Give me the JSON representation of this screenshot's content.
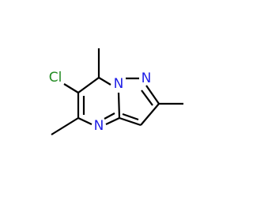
{
  "molecule": {
    "atoms": {
      "chlorine": {
        "label": "Cl",
        "color": "#228B22"
      },
      "n_bridgehead": {
        "label": "N",
        "color": "#1E1EE6"
      },
      "n_pyrazole": {
        "label": "N",
        "color": "#1E1EE6"
      },
      "n_pyrimidine": {
        "label": "N",
        "color": "#1E1EE6"
      }
    },
    "bond_color": "#000000"
  }
}
